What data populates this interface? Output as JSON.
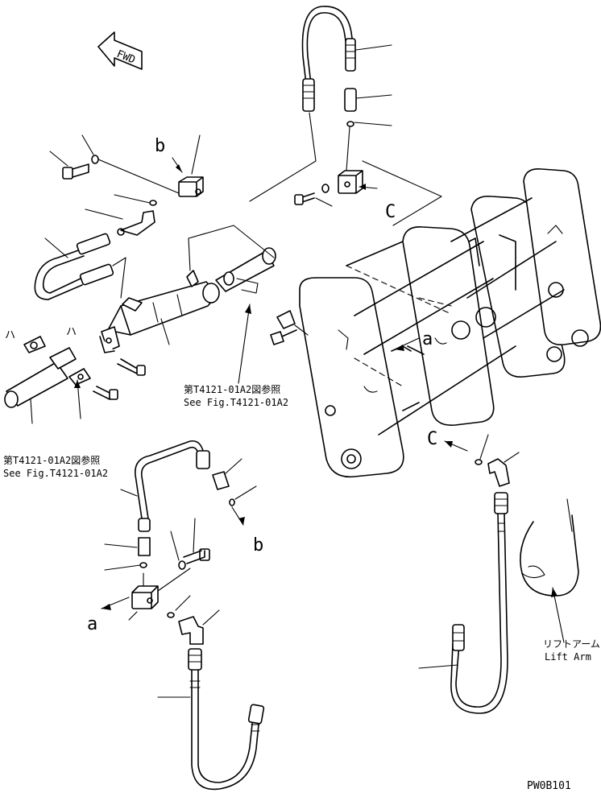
{
  "direction": {
    "label": "FWD"
  },
  "callouts": {
    "a": "a",
    "b": "b",
    "c": "C",
    "ha": "ハ"
  },
  "references": {
    "fig_ref_jp": "第T4121-01A2図参照",
    "fig_ref_en": "See Fig.T4121-01A2"
  },
  "parts": {
    "lift_arm_jp": "リフトアーム",
    "lift_arm_en": "Lift Arm"
  },
  "drawing_number": "PW0B101"
}
